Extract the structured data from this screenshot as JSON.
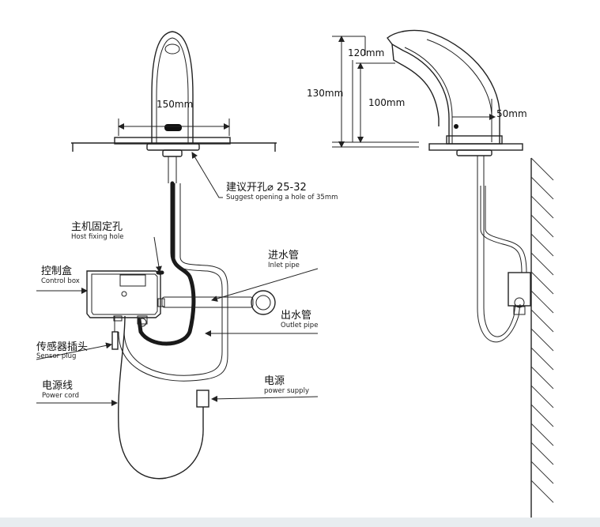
{
  "dimensions": {
    "front_width": "150mm",
    "side_height_total": "130mm",
    "side_height_spout": "120mm",
    "side_height_sensor": "100mm",
    "side_spout_reach": "50mm"
  },
  "labels": {
    "hole": {
      "cn": "建议开孔⌀ 25-32",
      "en": "Suggest opening a hole of 35mm"
    },
    "host_fixing": {
      "cn": "主机固定孔",
      "en": "Host fixing hole"
    },
    "control_box": {
      "cn": "控制盒",
      "en": "Control box"
    },
    "inlet_pipe": {
      "cn": "进水管",
      "en": "Inlet pipe"
    },
    "outlet_pipe": {
      "cn": "出水管",
      "en": "Outlet pipe"
    },
    "sensor_plug": {
      "cn": "传感器插头",
      "en": "Sensor plug"
    },
    "power_cord": {
      "cn": "电源线",
      "en": "Power cord"
    },
    "power_supply": {
      "cn": "电源",
      "en": "power supply"
    }
  },
  "colors": {
    "line": "#222222",
    "hose": "#1a1a1a",
    "band": "#e8edf0"
  }
}
